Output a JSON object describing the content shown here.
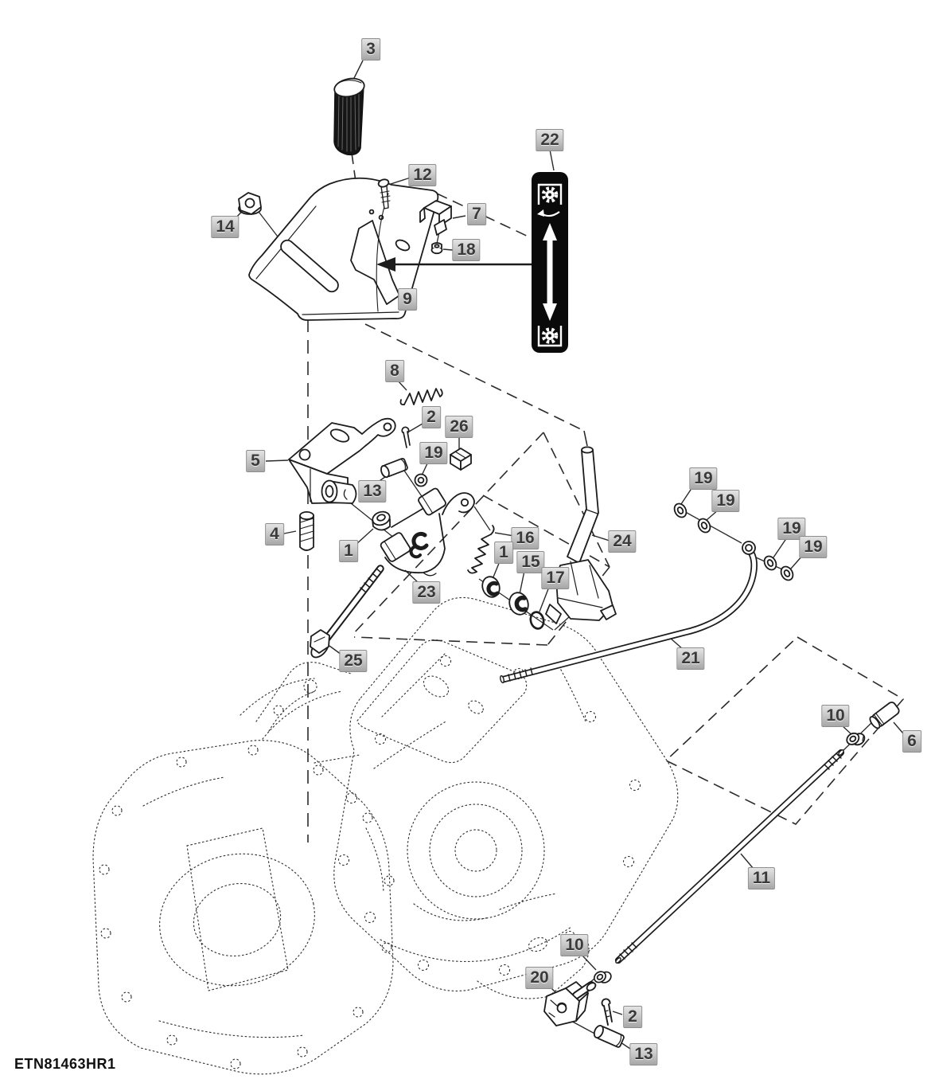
{
  "diagram": {
    "drawing_code": "ETN81463HR1",
    "callouts": [
      {
        "label": "3"
      },
      {
        "label": "12"
      },
      {
        "label": "14"
      },
      {
        "label": "7"
      },
      {
        "label": "18"
      },
      {
        "label": "9"
      },
      {
        "label": "22"
      },
      {
        "label": "8"
      },
      {
        "label": "2"
      },
      {
        "label": "26"
      },
      {
        "label": "19"
      },
      {
        "label": "5"
      },
      {
        "label": "13"
      },
      {
        "label": "4"
      },
      {
        "label": "1"
      },
      {
        "label": "16"
      },
      {
        "label": "1"
      },
      {
        "label": "15"
      },
      {
        "label": "17"
      },
      {
        "label": "23"
      },
      {
        "label": "24"
      },
      {
        "label": "19"
      },
      {
        "label": "19"
      },
      {
        "label": "19"
      },
      {
        "label": "19"
      },
      {
        "label": "21"
      },
      {
        "label": "25"
      },
      {
        "label": "10"
      },
      {
        "label": "6"
      },
      {
        "label": "11"
      },
      {
        "label": "10"
      },
      {
        "label": "20"
      },
      {
        "label": "2"
      },
      {
        "label": "13"
      }
    ]
  }
}
